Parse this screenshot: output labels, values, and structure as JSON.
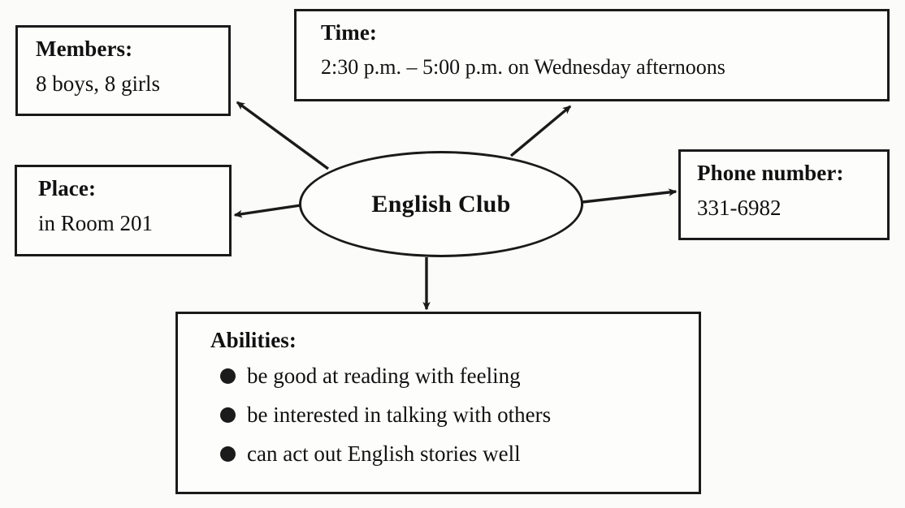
{
  "diagram": {
    "type": "mind-map",
    "center": {
      "label": "English Club",
      "shape": "ellipse"
    },
    "nodes": [
      {
        "key": "members",
        "title": "Members:",
        "body": "8 boys, 8 girls"
      },
      {
        "key": "time",
        "title": "Time:",
        "body": "2:30 p.m. – 5:00 p.m. on Wednesday afternoons"
      },
      {
        "key": "place",
        "title": "Place:",
        "body": "in Room 201"
      },
      {
        "key": "phone",
        "title": "Phone number:",
        "body": "331-6982"
      },
      {
        "key": "abilities",
        "title": "Abilities:",
        "items": [
          "be good at reading with feeling",
          "be interested in talking with others",
          "can act out English stories well"
        ]
      }
    ],
    "connectors": [
      {
        "from": "center",
        "to": "members",
        "direction": "up-left"
      },
      {
        "from": "center",
        "to": "time",
        "direction": "up-right"
      },
      {
        "from": "center",
        "to": "place",
        "direction": "left"
      },
      {
        "from": "center",
        "to": "phone",
        "direction": "right"
      },
      {
        "from": "center",
        "to": "abilities",
        "direction": "down"
      }
    ]
  },
  "colors": {
    "ink": "#1a1a1a",
    "paper": "#fbfbfa",
    "bullet": "#1b1b1b"
  }
}
